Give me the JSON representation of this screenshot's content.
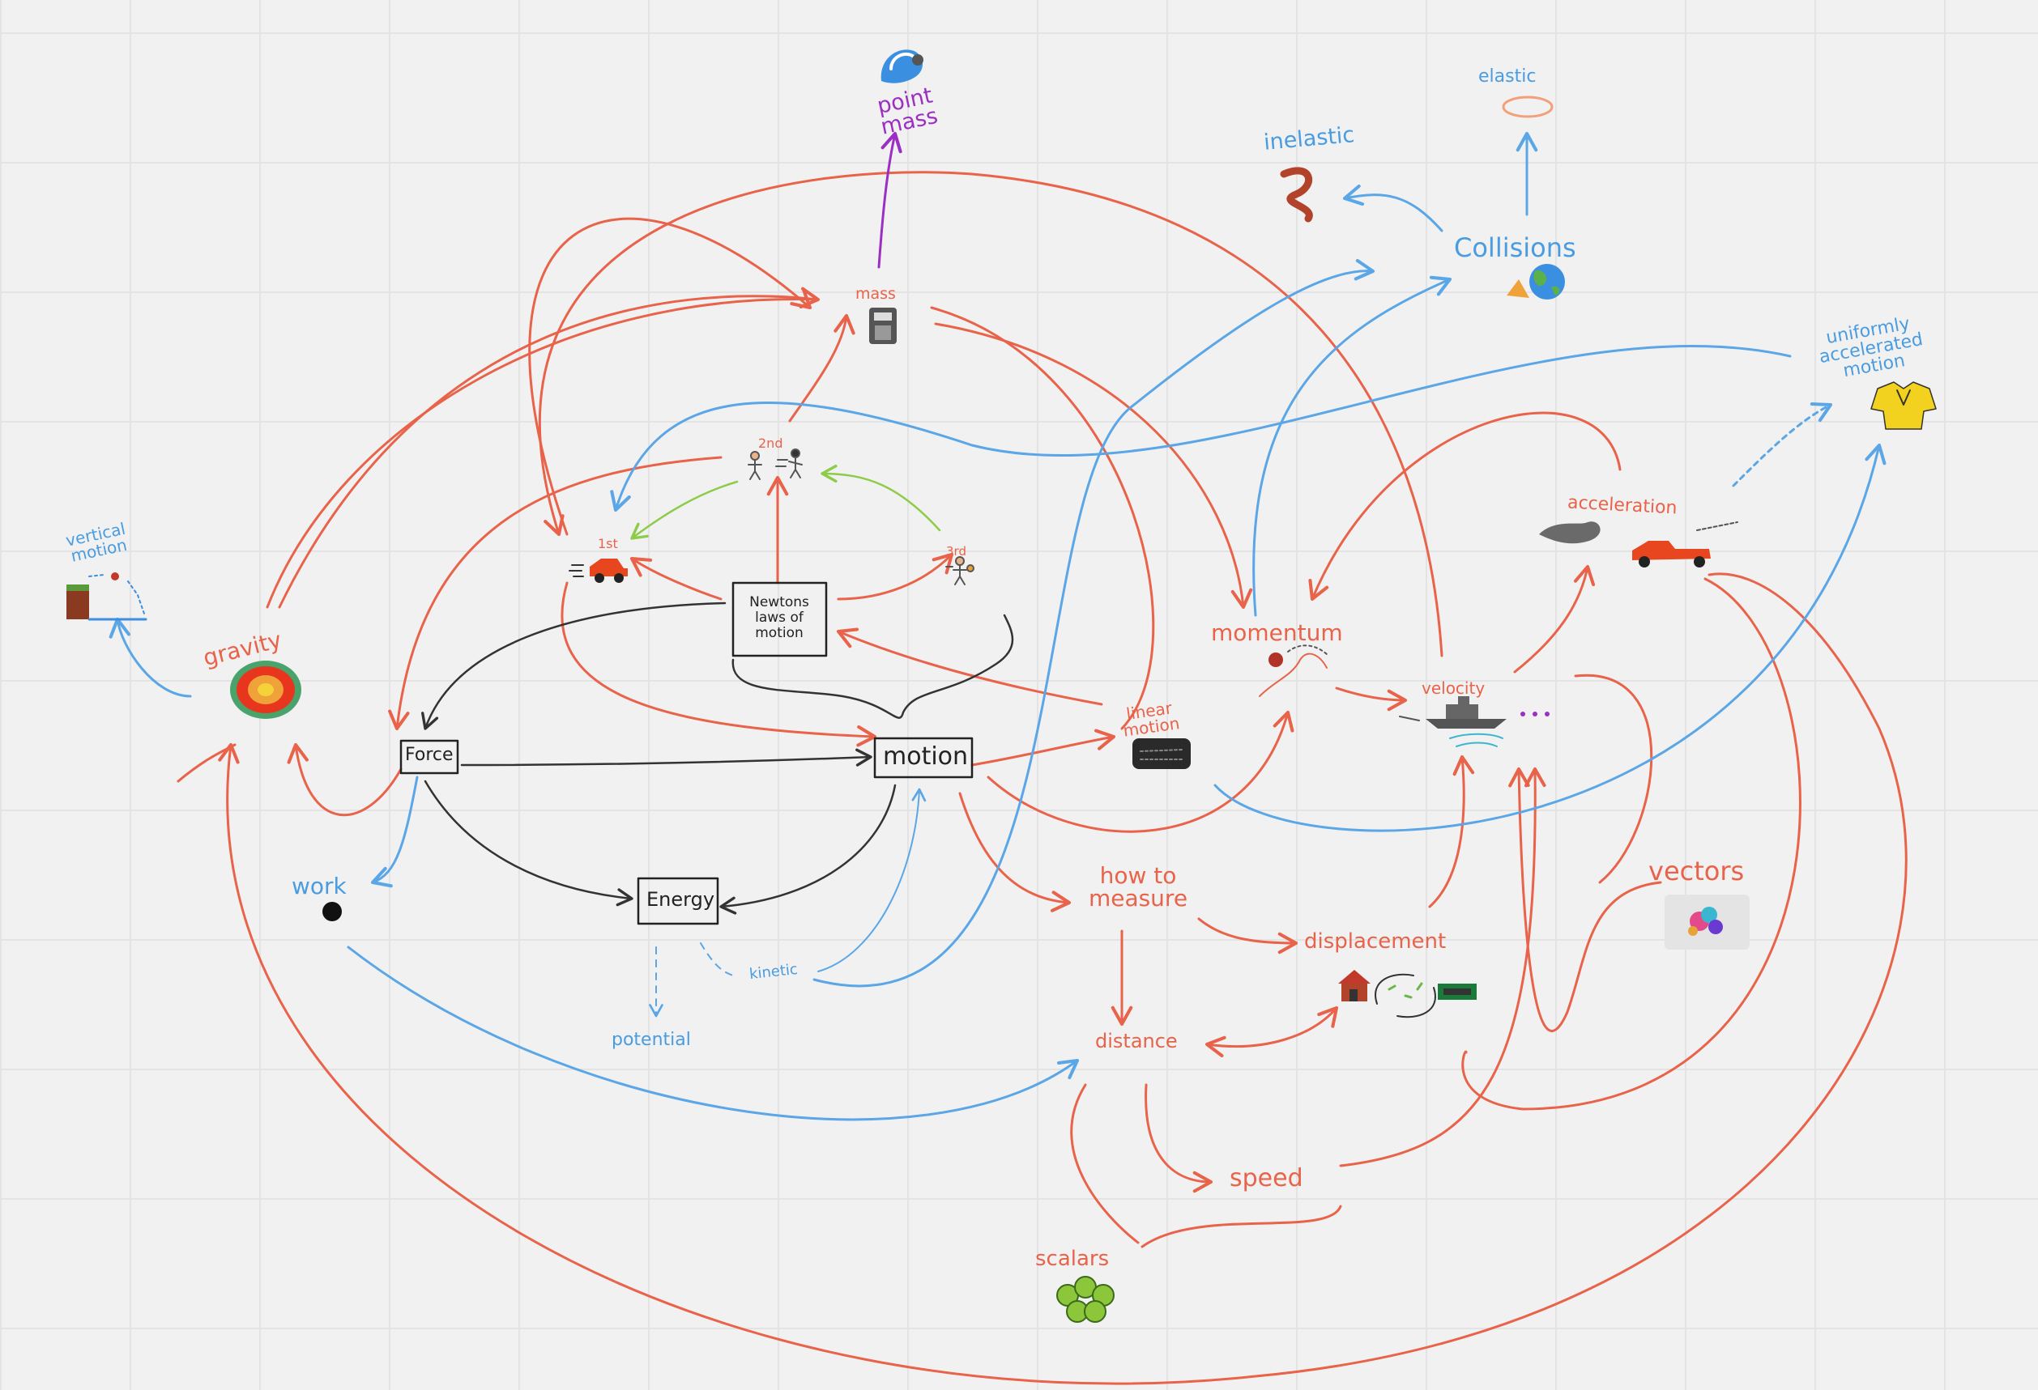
{
  "colors": {
    "board_bg": "#f1f1f1",
    "red_links": "#e8634a",
    "blue_links": "#5aa6e6",
    "black_links": "#333333",
    "green_links": "#8ccc4a",
    "purple_link": "#9b2fc4"
  },
  "nodes": {
    "point_mass": "point mass",
    "elastic": "elastic",
    "inelastic": "inelastic",
    "collisions": "Collisions",
    "uniformly_accelerated_motion": "uniformly accelerated motion",
    "mass": "mass",
    "second": "2nd",
    "first": "1st",
    "third": "3rd",
    "newtons_laws": "Newtons laws of motion",
    "acceleration": "acceleration",
    "vertical_motion": "vertical motion",
    "gravity": "gravity",
    "momentum": "momentum",
    "velocity": "velocity",
    "force": "Force",
    "motion": "motion",
    "linear_motion": "linear motion",
    "work": "work",
    "energy": "Energy",
    "kinetic": "kinetic",
    "potential": "potential",
    "how_to_measure": "how to measure",
    "displacement": "displacement",
    "vectors": "vectors",
    "distance": "distance",
    "speed": "speed",
    "scalars": "scalars"
  },
  "icons": [
    "point-mass-icon",
    "collision-earth-icon",
    "elastic-ring-icon",
    "inelastic-squiggle-icon",
    "shirt-icon",
    "mass-calculator-icon",
    "second-law-figures-icon",
    "first-law-car-icon",
    "third-law-figure-icon",
    "acceleration-car-icon",
    "vertical-motion-icon",
    "gravity-icon",
    "momentum-ball-icon",
    "velocity-boat-icon",
    "linear-motion-tape-icon",
    "work-ball-icon",
    "house-icon",
    "cycle-arrows-icon",
    "sign-icon",
    "vectors-icon",
    "scalars-leaf-icon"
  ]
}
